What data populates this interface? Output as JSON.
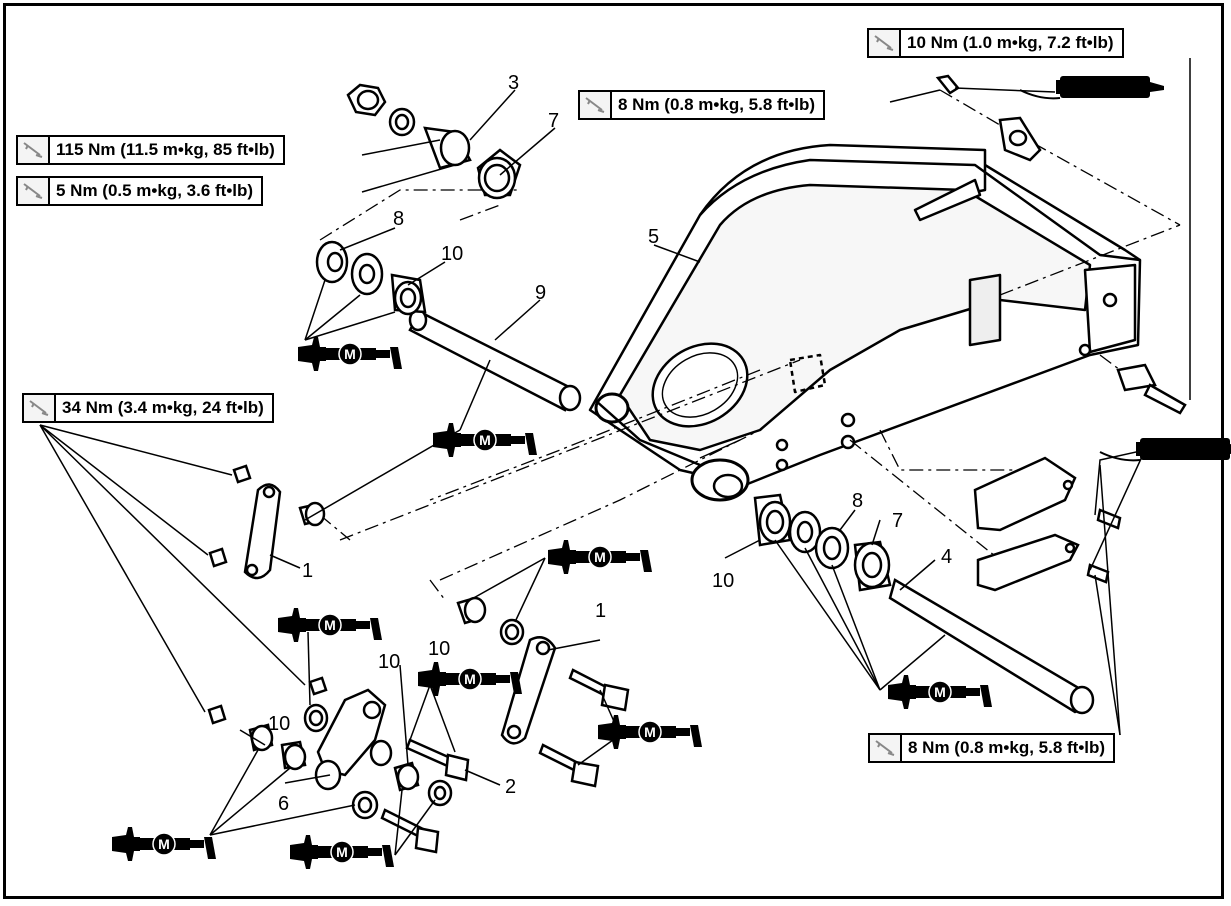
{
  "torque_specs": [
    {
      "id": "tq-10nm",
      "text": "10 Nm (1.0 m•kg, 7.2 ft•lb)"
    },
    {
      "id": "tq-8nm-top",
      "text": "8 Nm (0.8 m•kg, 5.8 ft•lb)"
    },
    {
      "id": "tq-115nm",
      "text": "115 Nm (11.5 m•kg, 85 ft•lb)"
    },
    {
      "id": "tq-5nm",
      "text": "5 Nm (0.5 m•kg, 3.6 ft•lb)"
    },
    {
      "id": "tq-34nm",
      "text": "34 Nm (3.4 m•kg, 24 ft•lb)"
    },
    {
      "id": "tq-8nm-bottom",
      "text": "8 Nm (0.8 m•kg, 5.8 ft•lb)"
    }
  ],
  "part_numbers": [
    "3",
    "7",
    "8",
    "10",
    "5",
    "9",
    "1",
    "10",
    "1",
    "10",
    "10",
    "10",
    "8",
    "7",
    "4",
    "6",
    "2"
  ],
  "grease_symbol": "M",
  "icons": {
    "torque": "torque-wrench-icon",
    "grease": "grease-gun-icon",
    "locktite": "thread-lock-icon"
  }
}
